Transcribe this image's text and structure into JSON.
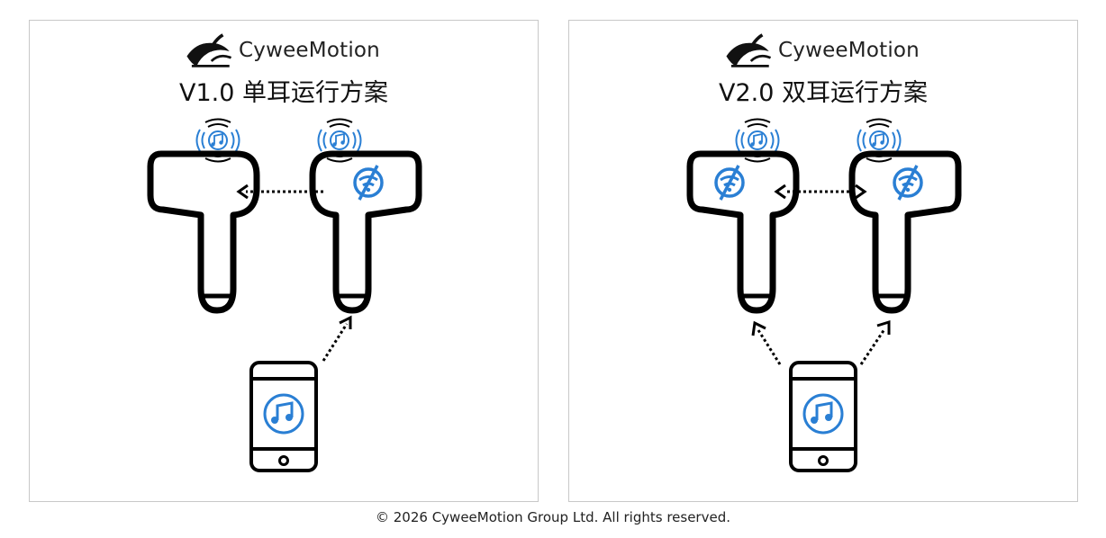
{
  "brand": {
    "name": "CyweeMotion",
    "logo_icon": "cywee-wave-logo-icon"
  },
  "panels": [
    {
      "title": "V1.0 单耳运行方案"
    },
    {
      "title": "V2.0 双耳运行方案"
    }
  ],
  "footer": {
    "copyright": "© 2026 CyweeMotion Group Ltd. All rights reserved."
  },
  "colors": {
    "accent": "#2a7fd4",
    "line": "#000000",
    "border": "#c8c8c8"
  },
  "icons": [
    "music-note-icon",
    "sound-wave-icon",
    "no-signal-icon",
    "earbud-icon",
    "smartphone-icon",
    "dotted-arrow-icon"
  ]
}
